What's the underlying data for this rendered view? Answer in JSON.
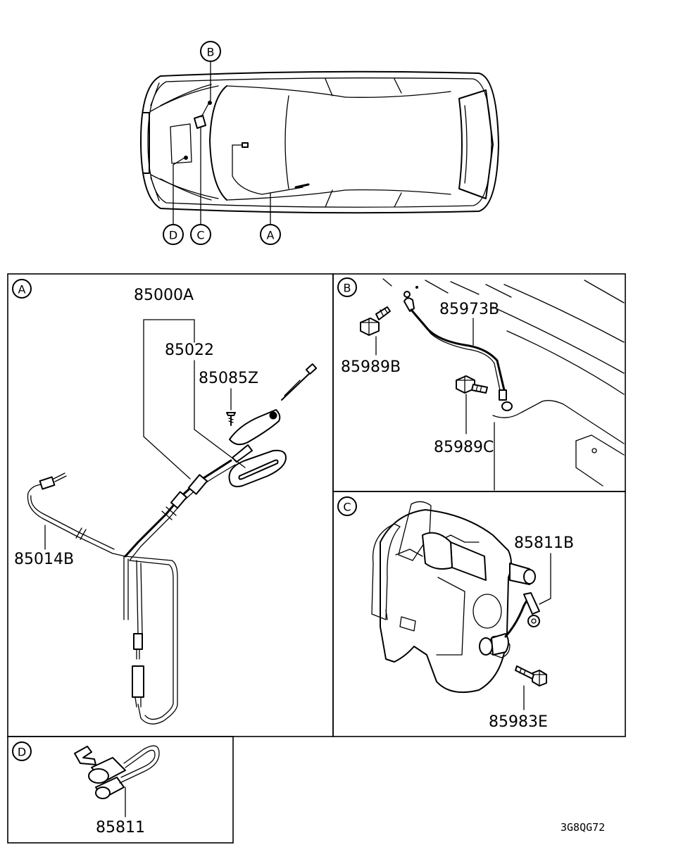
{
  "callouts": {
    "A": "A",
    "B": "B",
    "C": "C",
    "D": "D"
  },
  "parts": {
    "p85000A": "85000A",
    "p85022": "85022",
    "p85085Z": "85085Z",
    "p85014B": "85014B",
    "p85973B": "85973B",
    "p85989B": "85989B",
    "p85989C": "85989C",
    "p85811B": "85811B",
    "p85983E": "85983E",
    "p85811": "85811"
  },
  "drawing_code": "3G8QG72"
}
